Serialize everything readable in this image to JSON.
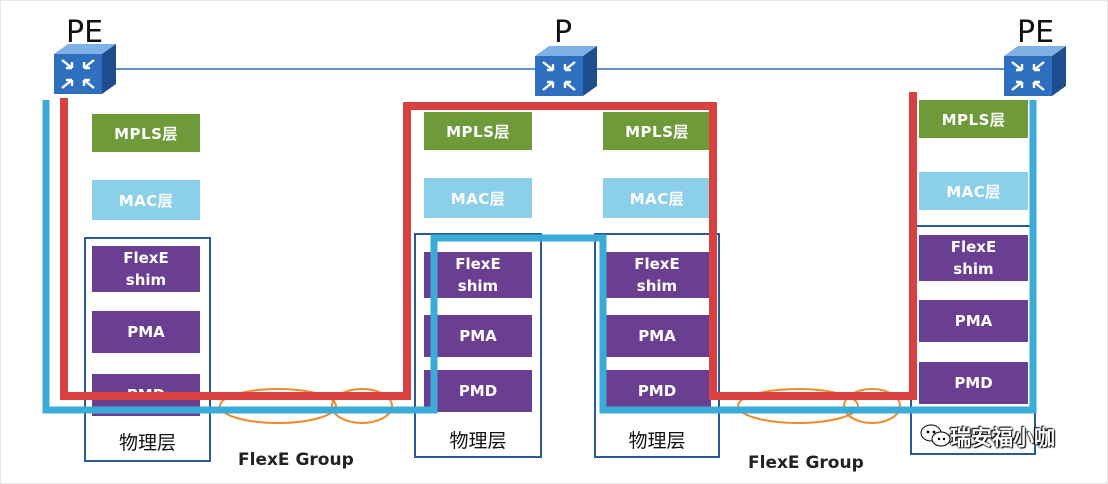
{
  "nodes": {
    "left": {
      "label": "PE"
    },
    "middle": {
      "label": "P"
    },
    "right": {
      "label": "PE"
    }
  },
  "layers": {
    "mpls": "MPLS层",
    "mac": "MAC层",
    "flexe_shim": "FlexE\nshim",
    "pma": "PMA",
    "pmd": "PMD",
    "physical": "物理层"
  },
  "groups": {
    "left": "FlexE Group",
    "right": "FlexE Group"
  },
  "watermark": "瑞安福小咖",
  "colors": {
    "red_path": "#d94040",
    "blue_path": "#3bacd8",
    "mpls": "#6e9a3a",
    "mac": "#8bd0e8",
    "purple": "#6a3f91",
    "phys_border": "#2a5a96",
    "group_ring": "#ef8a2b",
    "router": "#2f6fbf"
  },
  "icons": {
    "router": "router-icon",
    "watermark": "wechat-icon"
  }
}
